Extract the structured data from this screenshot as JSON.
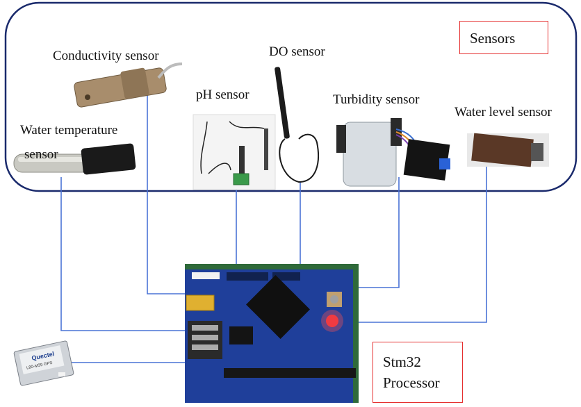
{
  "group_label": "Sensors",
  "processor_label": [
    "Stm32",
    "Processor"
  ],
  "sensors": {
    "conductivity": "Conductivity sensor",
    "do": "DO sensor",
    "ph": "pH sensor",
    "turbidity": "Turbidity sensor",
    "water_level": "Water level sensor",
    "water_temperature": [
      "Water temperature",
      "sensor"
    ]
  },
  "gps_module_text": [
    "Quectel",
    "L80-M39 GPS"
  ],
  "colors": {
    "group_border": "#1a2a6c",
    "connector_line": "#4a73d6",
    "label_box_border": "#e53030",
    "board": "#1f3f9a"
  }
}
